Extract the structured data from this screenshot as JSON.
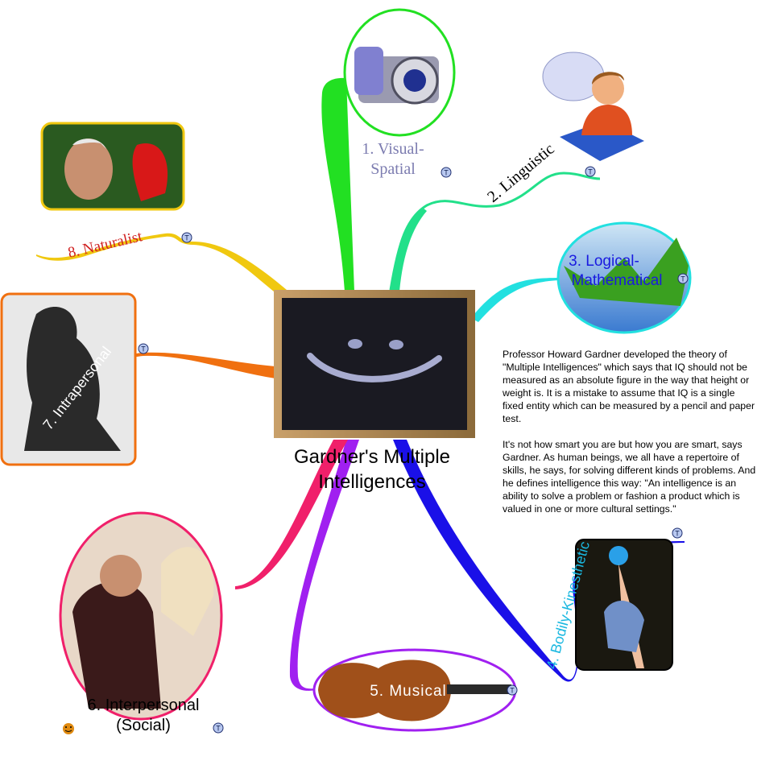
{
  "central": {
    "title_line1": "Gardner's Multiple",
    "title_line2": "Intelligences"
  },
  "branches": [
    {
      "id": "visual",
      "line1": "1. Visual-",
      "line2": "Spatial",
      "color": "#22e022",
      "label_color": "#7c7cb0"
    },
    {
      "id": "linguistic",
      "label": "2. Linguistic",
      "color": "#22e08a",
      "label_color": "#000000"
    },
    {
      "id": "logical",
      "line1": "3. Logical-",
      "line2": "Mathematical",
      "color": "#22e0e0",
      "label_color": "#1a1ae0"
    },
    {
      "id": "bodily",
      "label": "4. Bodily-Kinesthetic",
      "color": "#1a10e8",
      "label_color": "#1ab8e0"
    },
    {
      "id": "musical",
      "label": "5. Musical",
      "color": "#a020f0",
      "label_color": "#ffffff"
    },
    {
      "id": "interpersonal",
      "line1": "6. Interpersonal",
      "line2": "(Social)",
      "color": "#f0206a",
      "label_color": "#000000"
    },
    {
      "id": "intrapersonal",
      "label": "7. Intrapersonal",
      "color": "#f07010",
      "label_color": "#ffffff"
    },
    {
      "id": "naturalist",
      "label": "8. Naturalist",
      "color": "#f0c810",
      "label_color": "#d02020"
    }
  ],
  "note_icon_glyph": "T",
  "description": {
    "p1": "Professor Howard Gardner developed the theory of \"Multiple Intelligences\" which says that IQ should not be measured as an absolute figure in the way that height or weight is. It is a mistake to assume that IQ is a single fixed entity which can be measured by a pencil and paper test.",
    "p2": "It's not how smart you are but how you are smart, says Gardner. As human beings, we all have a repertoire of skills, he says, for solving different kinds of problems. And he defines intelligence this way: \"An intelligence is an ability to solve a problem or fashion a product which is valued in one or more cultural settings.\""
  }
}
